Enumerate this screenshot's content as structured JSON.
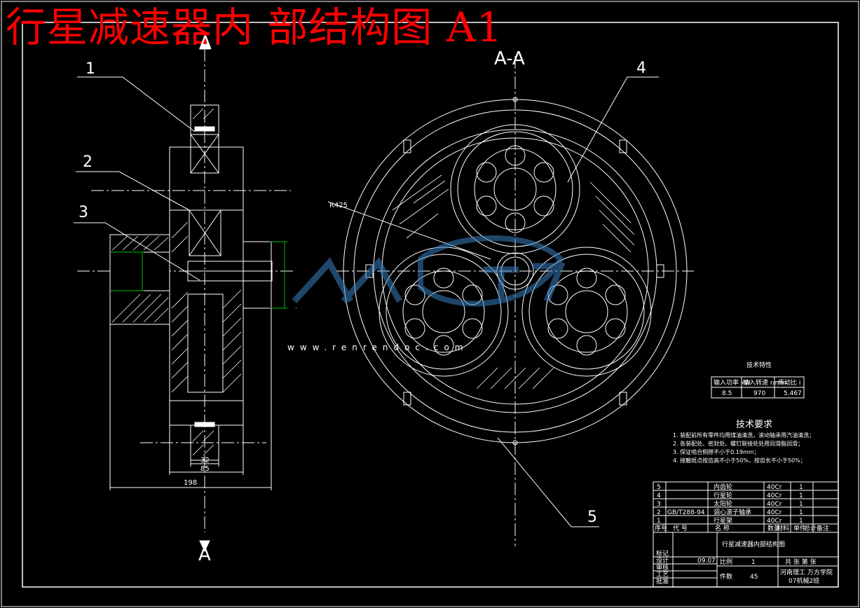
{
  "title": "行星减速器内 部结构图 A1",
  "section_marks": {
    "top_left": "A",
    "bottom_left": "A",
    "top_right": "A-A"
  },
  "callouts": [
    "1",
    "2",
    "3",
    "4",
    "5"
  ],
  "dimensions": {
    "width_total": "198",
    "d1": "32",
    "d2": "85",
    "radius": "R425"
  },
  "watermark": {
    "text": "人人文库",
    "url": "www.renrendoc.com"
  },
  "tech_params": {
    "title": "技术特性",
    "headers": [
      "输入功率 kW",
      "输入转速 r/min",
      "传动比 i"
    ],
    "values": [
      "8.5",
      "970",
      "5.467"
    ]
  },
  "requirements": {
    "title": "技术要求",
    "items": [
      "1. 装配前所有零件均用煤油清洗，滚动轴承用汽油清洗；",
      "2. 各装配处、密封处、螺钉联接处处用润滑脂润滑；",
      "3. 保证啮合侧隙不小于0.19mm；",
      "4. 接触斑点按齿高不小于50%，按齿长不小于50%；"
    ]
  },
  "parts": [
    {
      "no": "5",
      "code": "",
      "name": "内齿轮",
      "material": "40Cr",
      "qty": "1"
    },
    {
      "no": "4",
      "code": "",
      "name": "行星轮",
      "material": "40Cr",
      "qty": "1"
    },
    {
      "no": "3",
      "code": "",
      "name": "太阳轮",
      "material": "40Cr",
      "qty": "1"
    },
    {
      "no": "2",
      "code": "GB/T288-94",
      "name": "调心滚子轴承",
      "material": "40Cr",
      "qty": "1"
    },
    {
      "no": "1",
      "code": "",
      "name": "行星架",
      "material": "40Cr",
      "qty": "1"
    }
  ],
  "parts_header": [
    "序号",
    "代  号",
    "名        称",
    "数量",
    "材料",
    "单件",
    "总计",
    "备注"
  ],
  "title_block": {
    "drawing_name": "行星减速器内部结构图",
    "school": "河南理工 万方学院",
    "class": "07机械2班",
    "scale_label": "比例",
    "scale": "1",
    "sheet_label": "共 张 第 张",
    "qty_label": "件数",
    "qty": "45",
    "rows": [
      "标记",
      "设计",
      "审核",
      "工艺",
      "批准"
    ],
    "date": "09.07"
  }
}
